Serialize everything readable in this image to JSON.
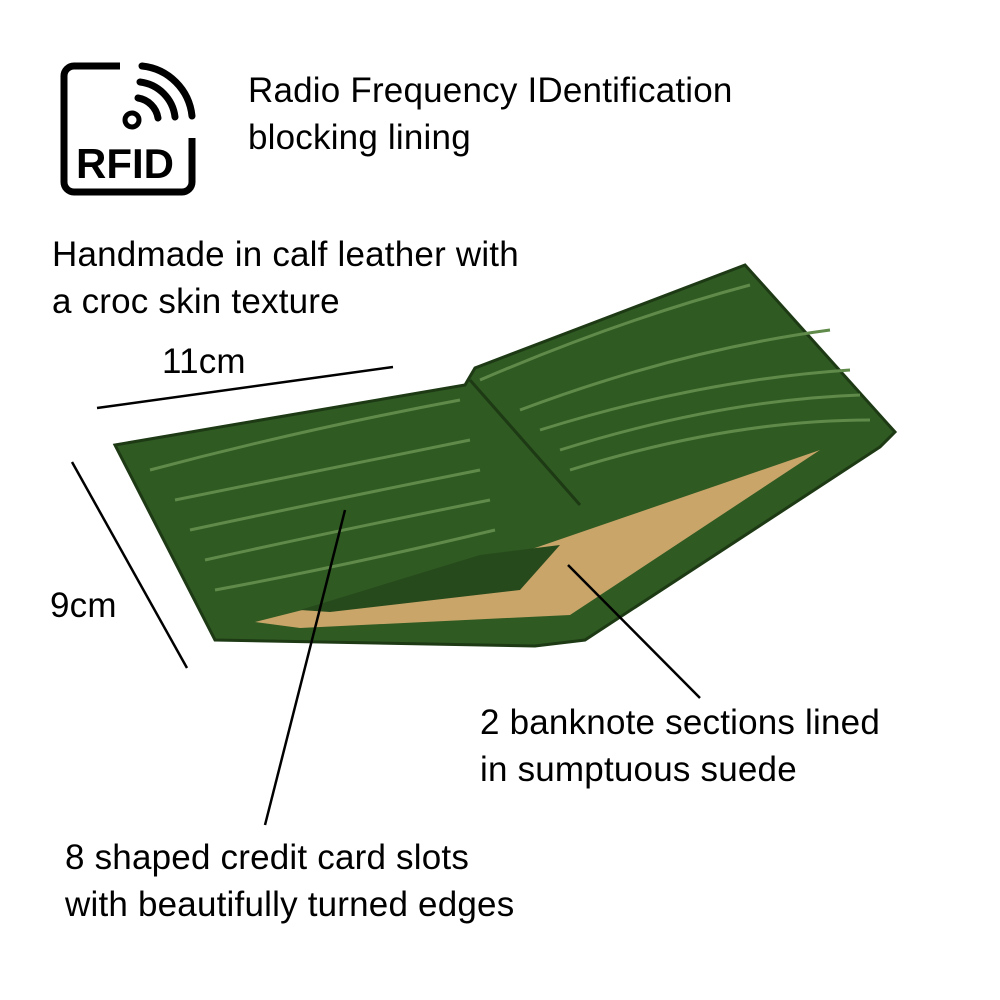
{
  "rfid": {
    "icon_label": "RFID",
    "line1": "Radio Frequency IDentification",
    "line2": "blocking lining"
  },
  "material": {
    "line1": "Handmade in calf leather with",
    "line2": "a croc skin texture"
  },
  "dimensions": {
    "width": "11cm",
    "height": "9cm"
  },
  "banknote": {
    "line1": "2 banknote sections lined",
    "line2": "in sumptuous suede"
  },
  "cards": {
    "line1": "8 shaped credit card slots",
    "line2": "with beautifully turned edges"
  },
  "colors": {
    "leather": "#2f5a22",
    "leather_dark": "#1d3a15",
    "suede": "#c9a56a"
  }
}
